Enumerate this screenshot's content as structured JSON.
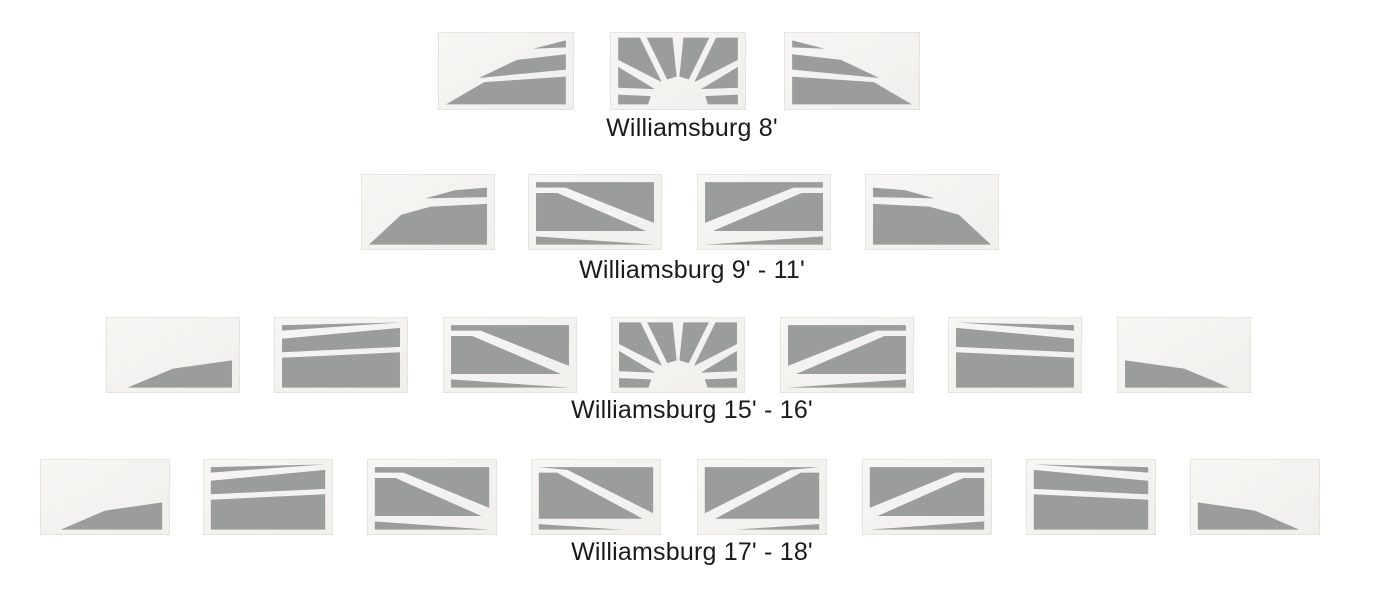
{
  "colors": {
    "frame": "#f0efec",
    "frame_edge": "#d9d8d4",
    "glass": "#9b9d9b",
    "bar": "#f4f3f0"
  },
  "rows": [
    {
      "caption": "Williamsburg 8'",
      "panes": [
        "left-rays",
        "sunburst",
        "right-rays"
      ]
    },
    {
      "caption": "Williamsburg 9' - 11'",
      "panes": [
        "left-corner",
        "rays-left",
        "rays-right",
        "right-corner"
      ]
    },
    {
      "caption": "Williamsburg 15' - 16'",
      "panes": [
        "left-corner-low",
        "bars-left",
        "rays-left",
        "sunburst",
        "rays-right",
        "bars-right",
        "right-corner-low"
      ]
    },
    {
      "caption": "Williamsburg 17' - 18'",
      "panes": [
        "left-corner-low",
        "bars-left",
        "rays-left",
        "fan-left",
        "fan-right",
        "rays-right",
        "bars-right",
        "right-corner-low"
      ]
    }
  ]
}
